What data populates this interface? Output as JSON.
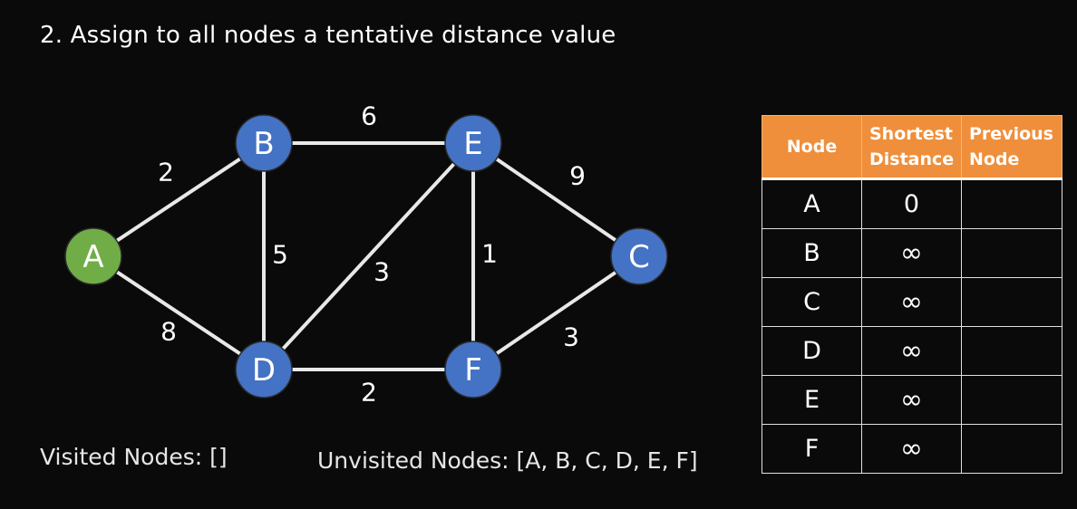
{
  "slide": {
    "title": "2. Assign to all nodes a tentative distance value"
  },
  "graph": {
    "nodes": [
      {
        "id": "A",
        "label": "A",
        "color": "#70ad47"
      },
      {
        "id": "B",
        "label": "B",
        "color": "#4472c4"
      },
      {
        "id": "C",
        "label": "C",
        "color": "#4472c4"
      },
      {
        "id": "D",
        "label": "D",
        "color": "#4472c4"
      },
      {
        "id": "E",
        "label": "E",
        "color": "#4472c4"
      },
      {
        "id": "F",
        "label": "F",
        "color": "#4472c4"
      }
    ],
    "edges": [
      {
        "from": "A",
        "to": "B",
        "weight": "2"
      },
      {
        "from": "A",
        "to": "D",
        "weight": "8"
      },
      {
        "from": "B",
        "to": "E",
        "weight": "6"
      },
      {
        "from": "B",
        "to": "D",
        "weight": "5"
      },
      {
        "from": "D",
        "to": "E",
        "weight": "3"
      },
      {
        "from": "E",
        "to": "F",
        "weight": "1"
      },
      {
        "from": "E",
        "to": "C",
        "weight": "9"
      },
      {
        "from": "D",
        "to": "F",
        "weight": "2"
      },
      {
        "from": "F",
        "to": "C",
        "weight": "3"
      }
    ],
    "edge_color": "#e8e8e8"
  },
  "status": {
    "visited": "Visited Nodes: []",
    "unvisited": "Unvisited Nodes: [A, B, C, D, E, F]"
  },
  "table": {
    "header_color": "#ef8f3b",
    "headers": {
      "node": "Node",
      "distance_line1": "Shortest",
      "distance_line2": "Distance",
      "previous_line1": "Previous",
      "previous_line2": "Node"
    },
    "rows": [
      {
        "node": "A",
        "distance": "0",
        "previous": ""
      },
      {
        "node": "B",
        "distance": "∞",
        "previous": ""
      },
      {
        "node": "C",
        "distance": "∞",
        "previous": ""
      },
      {
        "node": "D",
        "distance": "∞",
        "previous": ""
      },
      {
        "node": "E",
        "distance": "∞",
        "previous": ""
      },
      {
        "node": "F",
        "distance": "∞",
        "previous": ""
      }
    ]
  }
}
